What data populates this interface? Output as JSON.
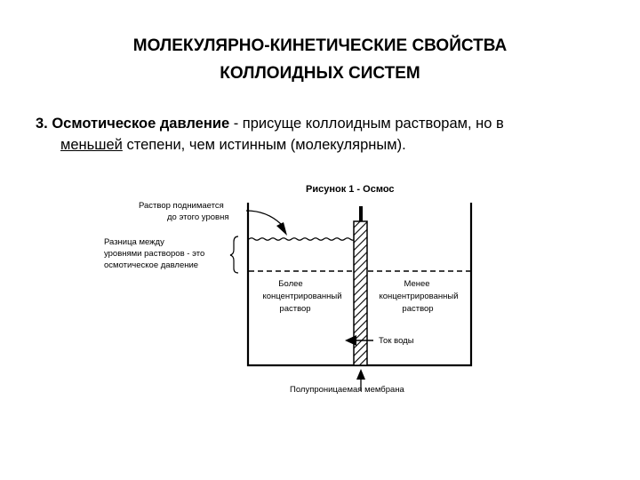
{
  "slide": {
    "title_line1": "МОЛЕКУЛЯРНО-КИНЕТИЧЕСКИЕ СВОЙСТВА",
    "title_line2": "КОЛЛОИДНЫХ СИСТЕМ",
    "para_bold": "3. Осмотическое давление",
    "para_rest1": " - присуще коллоидным растворам, но в",
    "para_underlined": "меньшей",
    "para_rest2": " степени, чем истинным (молекулярным)."
  },
  "diagram": {
    "caption": "Рисунок 1 - Осмос",
    "rise_label_1": "Раствор поднимается",
    "rise_label_2": "до этого уровня",
    "diff_label_1": "Разница между",
    "diff_label_2": "уровнями растворов - это",
    "diff_label_3": "осмотическое давление",
    "left_label_1": "Более",
    "left_label_2": "концентрированный",
    "left_label_3": "раствор",
    "right_label_1": "Менее",
    "right_label_2": "концентрированный",
    "right_label_3": "раствор",
    "flow_label": "Ток воды",
    "membrane_label": "Полупроницаемая мембрана"
  }
}
